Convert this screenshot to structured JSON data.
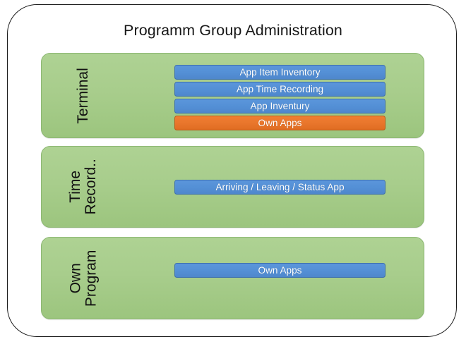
{
  "diagram": {
    "title": "Programm Group Administration",
    "colors": {
      "group_panel_green": "#a8cd8c",
      "app_bar_blue": "#5490d6",
      "app_bar_orange": "#e9762c",
      "frame_border": "#1c1c1c",
      "label_text": "#111111",
      "bar_text": "#ffffff"
    },
    "groups": [
      {
        "name": "terminal",
        "label_lines": [
          "Terminal"
        ],
        "items": [
          {
            "label": "App Item Inventory",
            "color": "blue"
          },
          {
            "label": "App Time Recording",
            "color": "blue"
          },
          {
            "label": "App Inventury",
            "color": "blue"
          },
          {
            "label": "Own Apps",
            "color": "orange"
          }
        ]
      },
      {
        "name": "time-record",
        "label_lines": [
          "Time",
          "Record.."
        ],
        "items": [
          {
            "label": "Arriving / Leaving / Status App",
            "color": "blue"
          }
        ]
      },
      {
        "name": "own-program",
        "label_lines": [
          "Own",
          "Program"
        ],
        "items": [
          {
            "label": "Own Apps",
            "color": "blue"
          }
        ]
      }
    ]
  }
}
